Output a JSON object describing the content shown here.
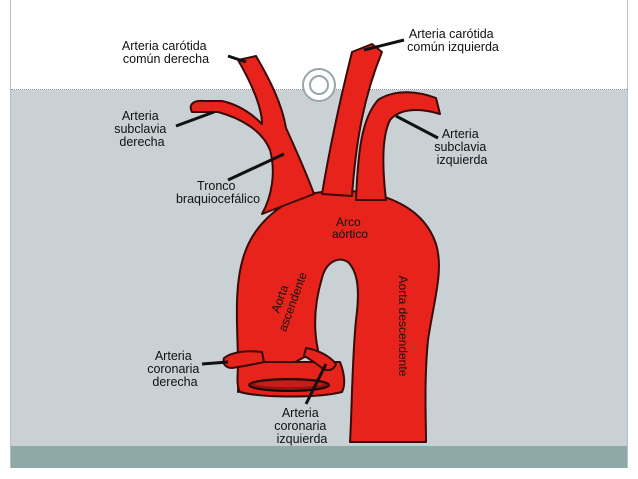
{
  "diagram": {
    "labels": {
      "carotida_derecha": [
        "Arteria carótida",
        "común derecha"
      ],
      "carotida_izquierda": [
        "Arteria carótida",
        "común izquierda"
      ],
      "subclavia_derecha": [
        "Arteria",
        "subclavia",
        "derecha"
      ],
      "subclavia_izquierda": [
        "Arteria",
        "subclavia",
        "izquierda"
      ],
      "tronco": [
        "Tronco",
        "braquiocefálico"
      ],
      "arco": [
        "Arco",
        "aórtico"
      ],
      "aorta_ascendente": [
        "Aorta",
        "ascendente"
      ],
      "aorta_descendente": "Aorta descendente",
      "coronaria_derecha": [
        "Arteria",
        "coronaria",
        "derecha"
      ],
      "coronaria_izquierda": [
        "Arteria",
        "coronaria",
        "izquierda"
      ]
    },
    "colors": {
      "vessel_fill": "#e8231b",
      "vessel_stroke": "#3a0a08",
      "content_background": "#c9d1d5",
      "bottom_bar": "#8fa8a8"
    }
  }
}
